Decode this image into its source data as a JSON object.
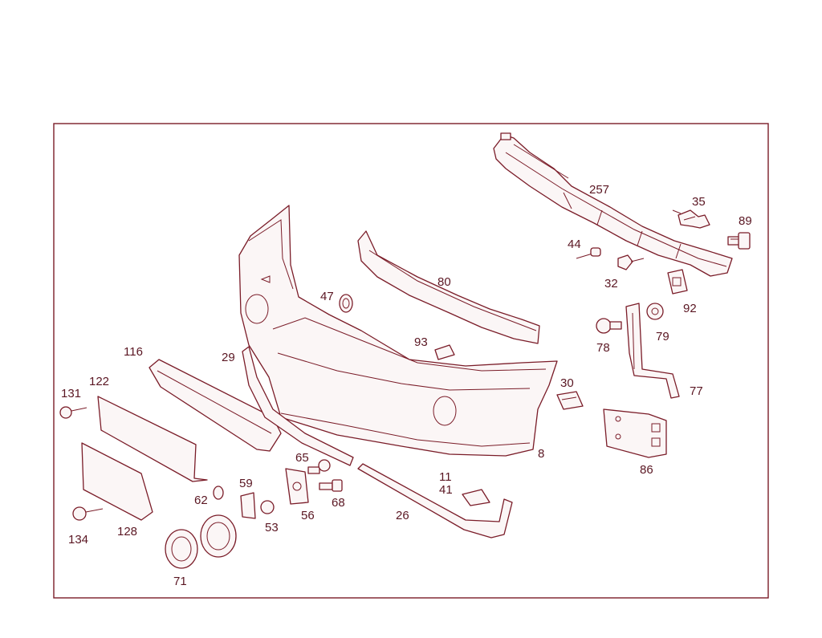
{
  "diagram": {
    "stroke_color": "#7a1c28",
    "label_color": "#5a1622",
    "background": "#ffffff",
    "labels": [
      {
        "id": "257",
        "text": "257"
      },
      {
        "id": "35",
        "text": "35"
      },
      {
        "id": "89",
        "text": "89"
      },
      {
        "id": "44",
        "text": "44"
      },
      {
        "id": "32",
        "text": "32"
      },
      {
        "id": "92",
        "text": "92"
      },
      {
        "id": "80",
        "text": "80"
      },
      {
        "id": "47",
        "text": "47"
      },
      {
        "id": "93",
        "text": "93"
      },
      {
        "id": "78",
        "text": "78"
      },
      {
        "id": "79",
        "text": "79"
      },
      {
        "id": "77",
        "text": "77"
      },
      {
        "id": "30",
        "text": "30"
      },
      {
        "id": "116",
        "text": "116"
      },
      {
        "id": "29",
        "text": "29"
      },
      {
        "id": "122",
        "text": "122"
      },
      {
        "id": "131",
        "text": "131"
      },
      {
        "id": "8",
        "text": "8"
      },
      {
        "id": "86",
        "text": "86"
      },
      {
        "id": "65",
        "text": "65"
      },
      {
        "id": "11",
        "text": "11"
      },
      {
        "id": "41",
        "text": "41"
      },
      {
        "id": "59",
        "text": "59"
      },
      {
        "id": "62",
        "text": "62"
      },
      {
        "id": "68",
        "text": "68"
      },
      {
        "id": "26",
        "text": "26"
      },
      {
        "id": "56",
        "text": "56"
      },
      {
        "id": "53",
        "text": "53"
      },
      {
        "id": "134",
        "text": "134"
      },
      {
        "id": "128",
        "text": "128"
      },
      {
        "id": "71",
        "text": "71"
      }
    ]
  }
}
